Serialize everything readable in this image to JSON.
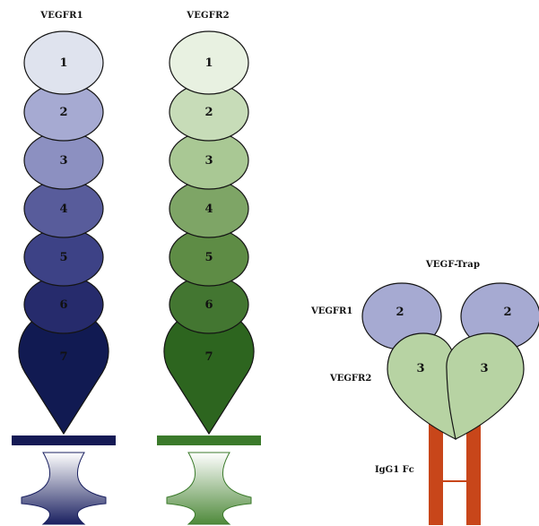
{
  "receptors": [
    {
      "title": "VEGFR1",
      "domains": [
        {
          "label": "1",
          "color": "#dfe3ee"
        },
        {
          "label": "2",
          "color": "#a6aad2"
        },
        {
          "label": "3",
          "color": "#8c90c1"
        },
        {
          "label": "4",
          "color": "#585c9b"
        },
        {
          "label": "5",
          "color": "#3d4286"
        },
        {
          "label": "6",
          "color": "#262b6c"
        },
        {
          "label": "7",
          "color": "#111a52"
        }
      ],
      "bar_color": "#151a55",
      "gradient": {
        "top": "#ffffff",
        "bottom": "#1a2060"
      }
    },
    {
      "title": "VEGFR2",
      "domains": [
        {
          "label": "1",
          "color": "#e8f1e1"
        },
        {
          "label": "2",
          "color": "#c7dcb8"
        },
        {
          "label": "3",
          "color": "#a9c894"
        },
        {
          "label": "4",
          "color": "#7ea566"
        },
        {
          "label": "5",
          "color": "#5e8c45"
        },
        {
          "label": "6",
          "color": "#437631"
        },
        {
          "label": "7",
          "color": "#2d651f"
        }
      ],
      "bar_color": "#3b7a2b",
      "gradient": {
        "top": "#ffffff",
        "bottom": "#4f8a3b"
      }
    }
  ],
  "trap": {
    "title": "VEGF-Trap",
    "vegfr1_label": "VEGFR1",
    "vegfr2_label": "VEGFR2",
    "fc_label": "IgG1 Fc",
    "vegfr1_domains": [
      {
        "label": "2",
        "color": "#a6aad2"
      },
      {
        "label": "2",
        "color": "#a6aad2"
      }
    ],
    "vegfr2_domains": [
      {
        "label": "3",
        "color": "#b7d3a3"
      },
      {
        "label": "3",
        "color": "#b7d3a3"
      }
    ],
    "fc_color": "#c8461a"
  }
}
